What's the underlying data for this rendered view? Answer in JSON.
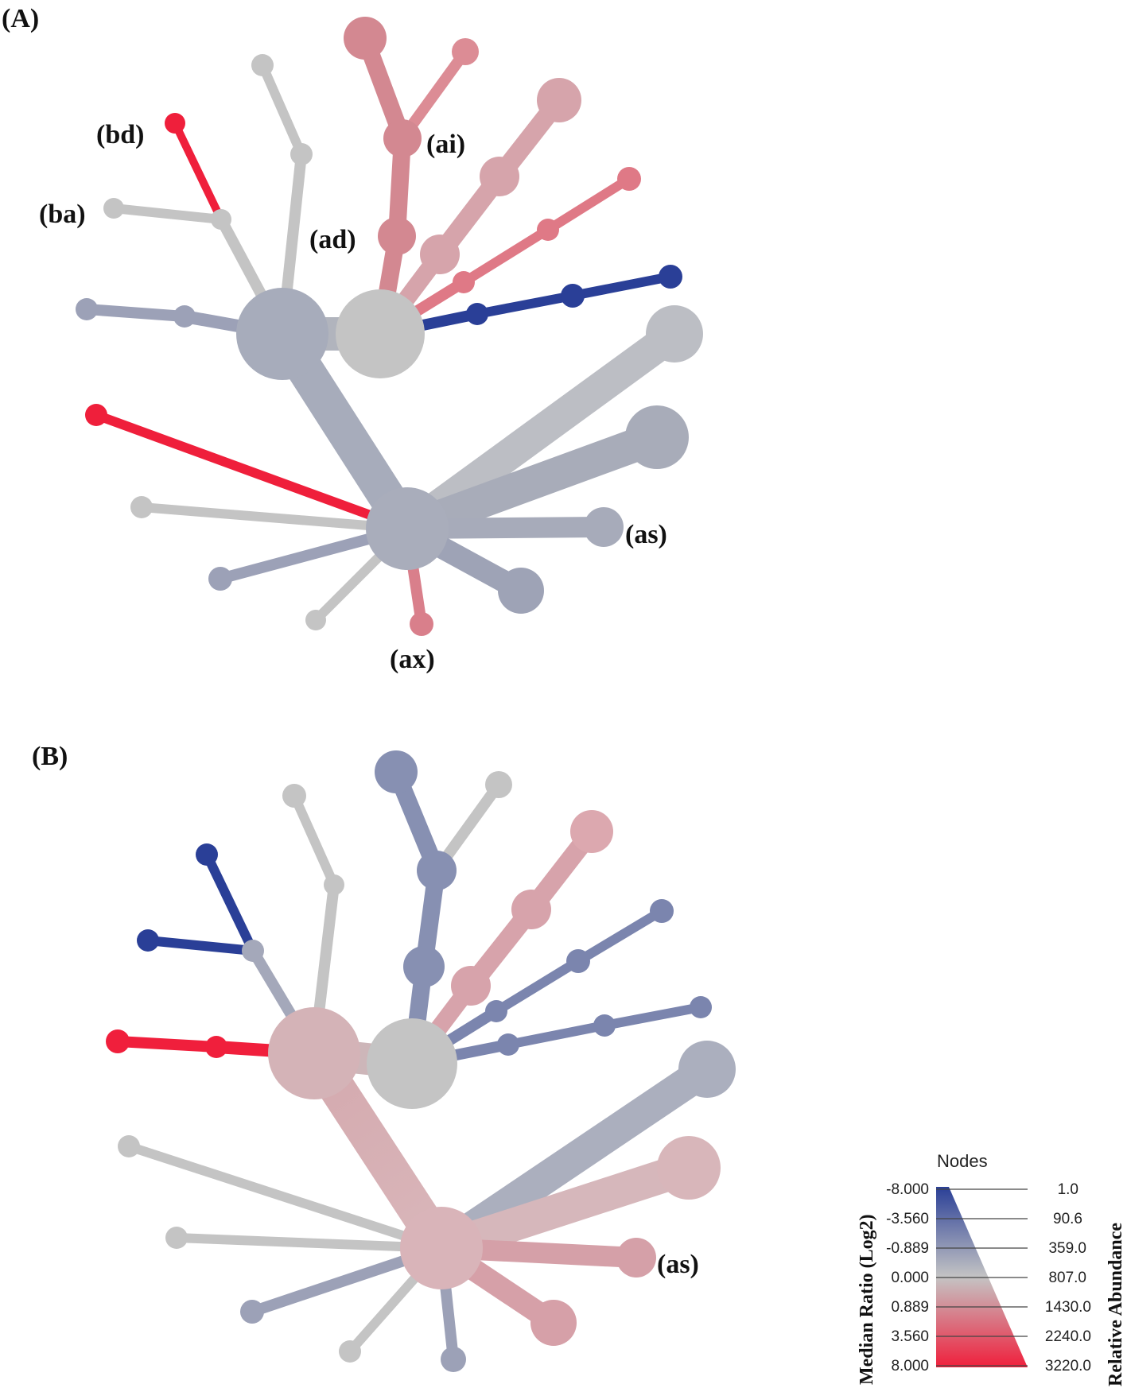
{
  "panels": [
    {
      "id": "A",
      "label": "(A)",
      "node_labels": [
        "(bd)",
        "(ba)",
        "(ai)",
        "(ad)",
        "(as)",
        "(ax)"
      ]
    },
    {
      "id": "B",
      "label": "(B)",
      "node_labels": [
        "(as)"
      ]
    }
  ],
  "legend": {
    "title": "Nodes",
    "left_axis_label": "Median Ratio (Log2)",
    "right_axis_label": "Relative Abundance",
    "median_ratio_ticks": [
      "-8.000",
      "-3.560",
      "-0.889",
      "0.000",
      "0.889",
      "3.560",
      "8.000"
    ],
    "relative_abundance_ticks": [
      "1.0",
      "90.6",
      "359.0",
      "807.0",
      "1430.0",
      "2240.0",
      "3220.0"
    ],
    "colors": {
      "low": "#2a3f97",
      "mid": "#c4c4c4",
      "high": "#f01f3c"
    }
  }
}
